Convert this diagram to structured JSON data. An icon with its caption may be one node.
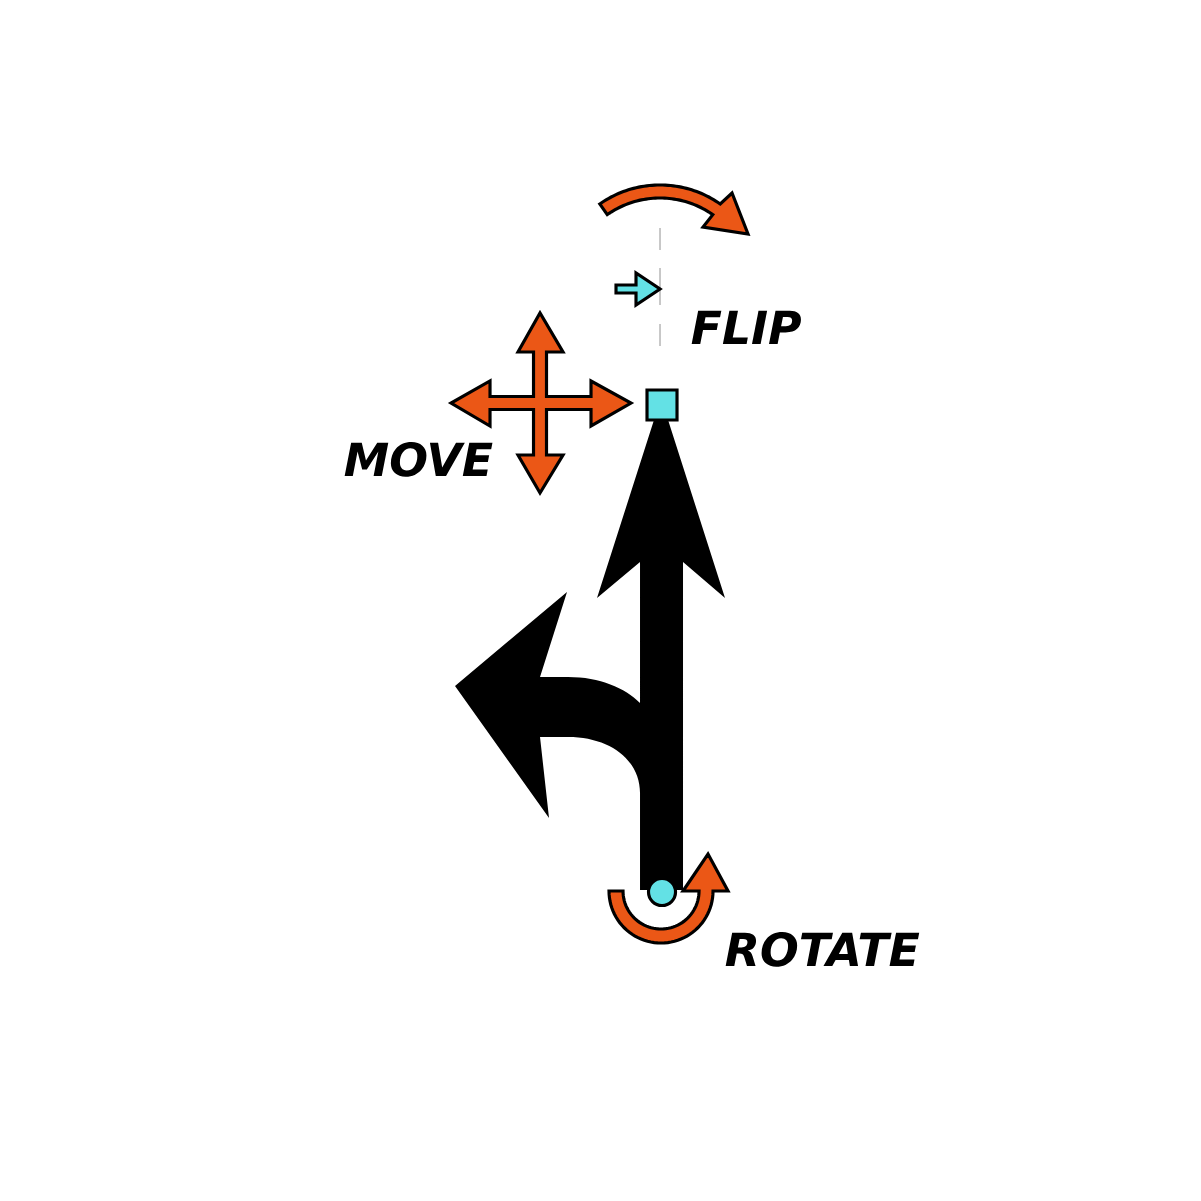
{
  "diagram": {
    "labels": [
      "FLIP",
      "MOVE",
      "ROTATE"
    ]
  }
}
